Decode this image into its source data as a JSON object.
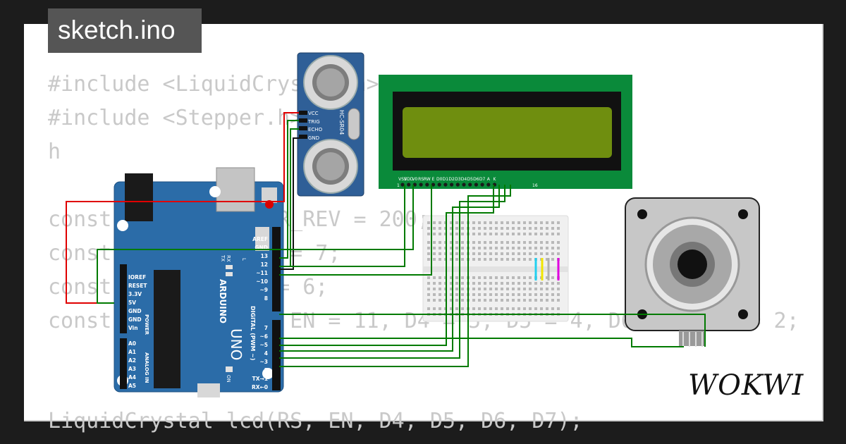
{
  "file_tab": {
    "title": "sketch.ino"
  },
  "brand": {
    "name": "WOKWI"
  },
  "code": {
    "lines": [
      "#include <LiquidCrystal.h>",
      "#include <Stepper.h>",
      "h",
      "",
      "const int STEPS_PER_REV = 200;",
      "const int STEP_PIN = 7;",
      "const int DIR_PIN = 6;",
      "const int RS = 12, EN = 11, D4 = 5, D5 = 4, D6 = 3, D7 = 2;",
      "",
      "LiquidCrystal lcd(RS, EN, D4, D5, D6, D7);"
    ]
  },
  "sensor": {
    "model": "HC-SR04",
    "pins": [
      "VCC",
      "TRIG",
      "ECHO",
      "GND"
    ]
  },
  "lcd": {
    "pin_labels": [
      "VSS",
      "VDD",
      "V0",
      "RS",
      "RW",
      "E",
      "D0",
      "D1",
      "D2",
      "D3",
      "D4",
      "D5",
      "D6",
      "D7",
      "A",
      "K"
    ],
    "pin_first": "1",
    "pin_last": "16"
  },
  "arduino": {
    "board_name": "ARDUINO",
    "model": "UNO",
    "digital_label": "DIGITAL (PWM ~)",
    "top_pins": [
      "AREF",
      "GND",
      "13",
      "12",
      "~11",
      "~10",
      "~9",
      "8"
    ],
    "bottom_pins": [
      "7",
      "~6",
      "~5",
      "4",
      "~3",
      "2",
      "TX→1",
      "RX←0"
    ],
    "power_pins": [
      "IOREF",
      "RESET",
      "3.3V",
      "5V",
      "GND",
      "GND",
      "Vin"
    ],
    "power_label": "POWER",
    "analog_pins": [
      "A0",
      "A1",
      "A2",
      "A3",
      "A4",
      "A5"
    ],
    "analog_label": "ANALOG IN",
    "tx_label": "TX",
    "rx_label": "RX",
    "l_label": "L",
    "on_label": "ON"
  },
  "colors": {
    "wire_green": "#007a00",
    "wire_red": "#e00000",
    "wire_black": "#111111",
    "board_blue": "#2b6ca8",
    "lcd_green": "#0a8a3a",
    "lcd_screen": "#6f8e0f"
  }
}
